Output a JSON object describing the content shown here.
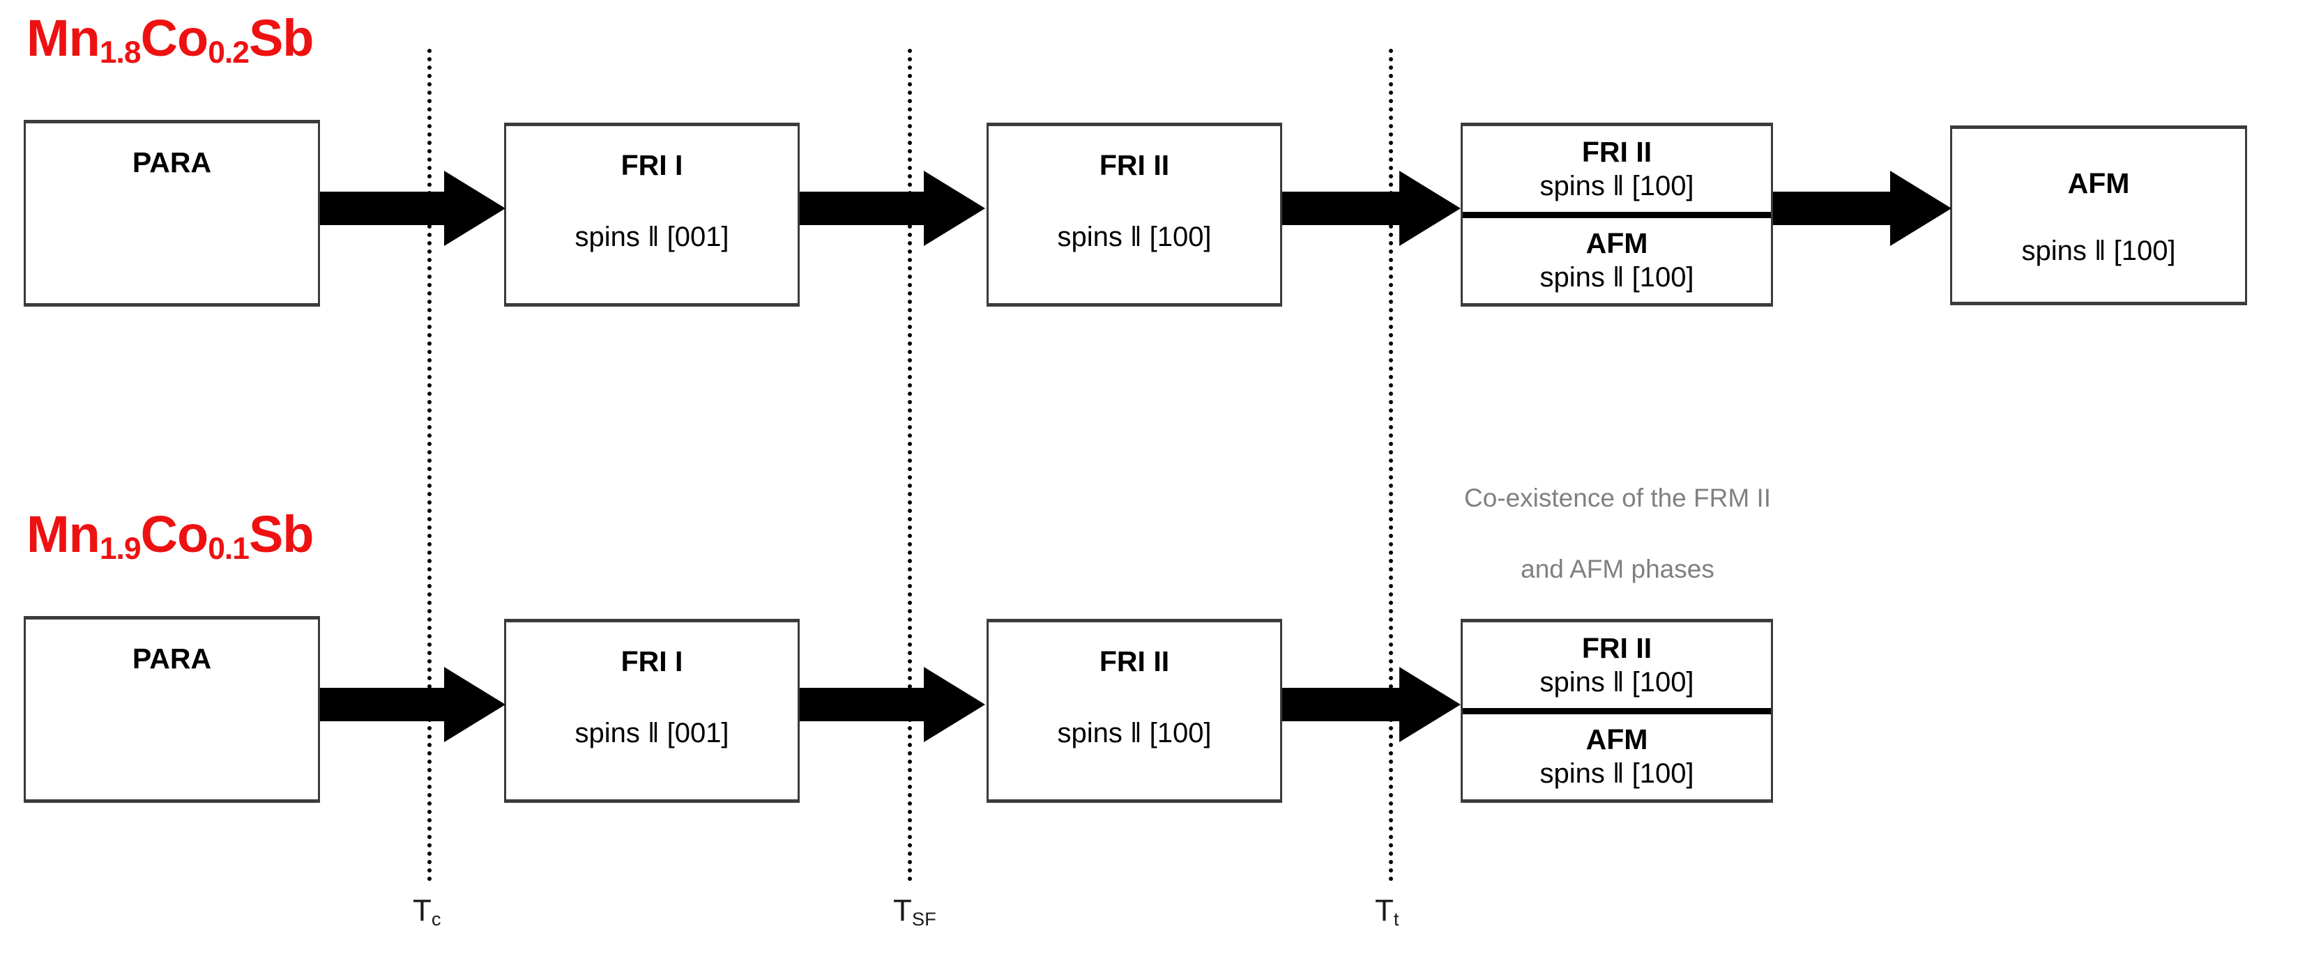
{
  "diagram": {
    "title_color": "#EE1111",
    "annotation_color": "#808080",
    "rows": [
      {
        "formula": {
          "prefix": "Mn",
          "sub1": "1.8",
          "mid": "Co",
          "sub2": "0.2",
          "suffix": "Sb"
        },
        "boxes": [
          {
            "title": "PARA",
            "sub": ""
          },
          {
            "title": "FRI I",
            "sub": "spins ‖ [001]"
          },
          {
            "title": "FRI II",
            "sub": "spins ‖ [100]"
          },
          {
            "split": true,
            "top": {
              "title": "FRI II",
              "sub": "spins ‖ [100]"
            },
            "bottom": {
              "title": "AFM",
              "sub": "spins ‖ [100]"
            }
          },
          {
            "title": "AFM",
            "sub": "spins ‖ [100]"
          }
        ]
      },
      {
        "formula": {
          "prefix": "Mn",
          "sub1": "1.9",
          "mid": "Co",
          "sub2": "0.1",
          "suffix": "Sb"
        },
        "boxes": [
          {
            "title": "PARA",
            "sub": ""
          },
          {
            "title": "FRI I",
            "sub": "spins ‖ [001]"
          },
          {
            "title": "FRI II",
            "sub": "spins ‖ [100]"
          },
          {
            "split": true,
            "top": {
              "title": "FRI II",
              "sub": "spins ‖ [100]"
            },
            "bottom": {
              "title": "AFM",
              "sub": "spins ‖ [100]"
            }
          }
        ]
      }
    ],
    "temperature_lines": [
      {
        "symbol": "T",
        "subscript": "c"
      },
      {
        "symbol": "T",
        "subscript": "SF"
      },
      {
        "symbol": "T",
        "subscript": "t"
      }
    ],
    "annotation": {
      "line1": "Co-existence of the FRM II",
      "line2": "and AFM phases",
      "text": "Co-existence of the FRM II\nand AFM phases"
    }
  }
}
